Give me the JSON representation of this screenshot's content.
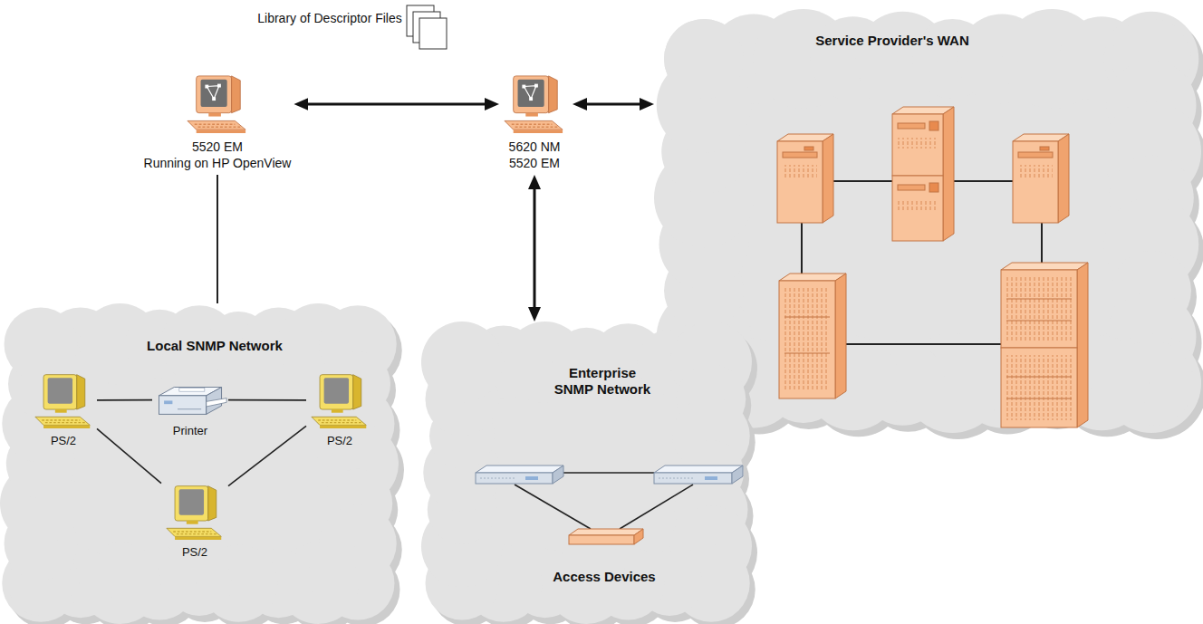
{
  "diagram": {
    "nodes": [
      {
        "text": [
          "5520 EM",
          "Running on HP OpenView"
        ]
      },
      {
        "text": [
          "5620 NM",
          "5520 EM"
        ]
      },
      {
        "text": [
          "Service Provider's WAN"
        ]
      },
      {
        "text": [
          "Local SNMP Network"
        ]
      },
      {
        "text": [
          "PS/2"
        ],
        "in": 3
      },
      {
        "text": [
          "Printer"
        ],
        "in": 3
      },
      {
        "text": [
          "PS/2"
        ],
        "in": 3
      },
      {
        "text": [
          "PS/2"
        ],
        "in": 3
      },
      {
        "text": [
          "Enterprise SNMP Network"
        ]
      }
    ],
    "edges": [
      {
        "from": 0,
        "to": 1,
        "arrow": "both"
      },
      {
        "from": 1,
        "to": 2,
        "arrow": "both"
      },
      {
        "from": 1,
        "to": 8,
        "arrow": "both"
      },
      {
        "from": 0,
        "to": 3,
        "arrow": "none"
      },
      {
        "from": 4,
        "to": 5,
        "arrow": "none"
      },
      {
        "from": 5,
        "to": 6,
        "arrow": "none"
      },
      {
        "from": 4,
        "to": 7,
        "arrow": "none"
      },
      {
        "from": 7,
        "to": 6,
        "arrow": "none"
      }
    ],
    "labels": [
      "Library of Descriptor Files",
      "Access Devices"
    ]
  }
}
